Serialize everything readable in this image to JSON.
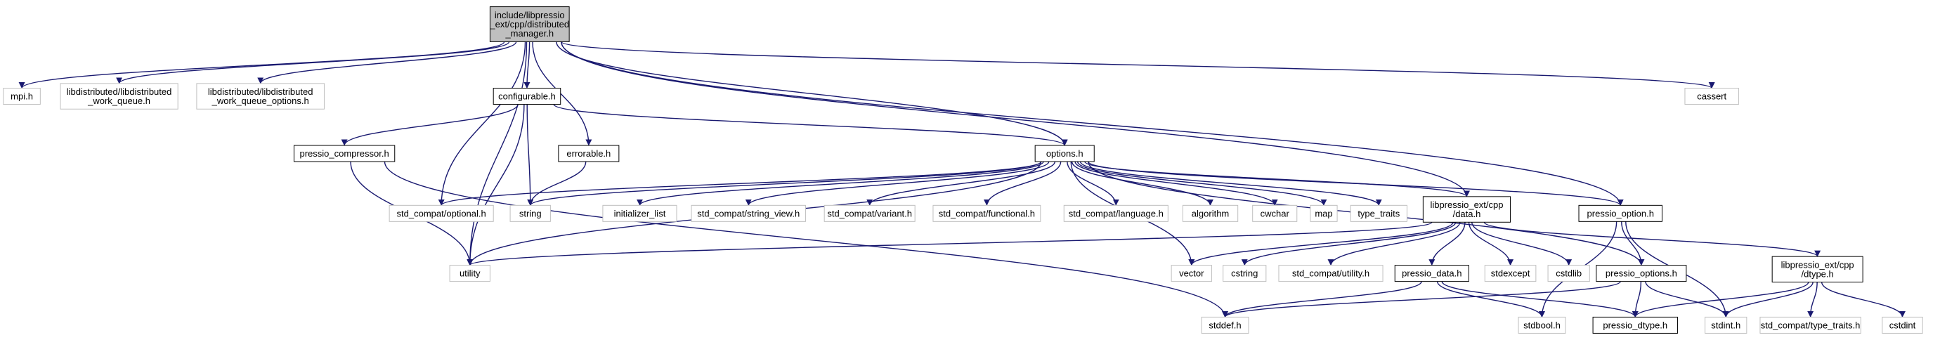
{
  "colors": {
    "edge": "#191970",
    "root_fill": "#bfbfbf",
    "root_stroke": "#000000",
    "doc_stroke": "#000000",
    "ext_stroke": "#bfbfbf",
    "background": "#ffffff"
  },
  "graph": {
    "nodes": [
      {
        "id": "root",
        "lines": [
          "include/libpressio",
          "_ext/cpp/distributed",
          "_manager.h"
        ],
        "kind": "root"
      },
      {
        "id": "mpi",
        "lines": [
          "mpi.h"
        ],
        "kind": "ext"
      },
      {
        "id": "ldwq",
        "lines": [
          "libdistributed/libdistributed",
          "_work_queue.h"
        ],
        "kind": "ext"
      },
      {
        "id": "ldwqo",
        "lines": [
          "libdistributed/libdistributed",
          "_work_queue_options.h"
        ],
        "kind": "ext"
      },
      {
        "id": "cassert",
        "lines": [
          "cassert"
        ],
        "kind": "ext"
      },
      {
        "id": "configurable",
        "lines": [
          "configurable.h"
        ],
        "kind": "doc"
      },
      {
        "id": "compressor",
        "lines": [
          "pressio_compressor.h"
        ],
        "kind": "doc"
      },
      {
        "id": "errorable",
        "lines": [
          "errorable.h"
        ],
        "kind": "doc"
      },
      {
        "id": "options",
        "lines": [
          "options.h"
        ],
        "kind": "doc"
      },
      {
        "id": "optional",
        "lines": [
          "std_compat/optional.h"
        ],
        "kind": "ext"
      },
      {
        "id": "string",
        "lines": [
          "string"
        ],
        "kind": "ext"
      },
      {
        "id": "initlist",
        "lines": [
          "initializer_list"
        ],
        "kind": "ext"
      },
      {
        "id": "strview",
        "lines": [
          "std_compat/string_view.h"
        ],
        "kind": "ext"
      },
      {
        "id": "variant",
        "lines": [
          "std_compat/variant.h"
        ],
        "kind": "ext"
      },
      {
        "id": "functional",
        "lines": [
          "std_compat/functional.h"
        ],
        "kind": "ext"
      },
      {
        "id": "language",
        "lines": [
          "std_compat/language.h"
        ],
        "kind": "ext"
      },
      {
        "id": "algorithm",
        "lines": [
          "algorithm"
        ],
        "kind": "ext"
      },
      {
        "id": "cwchar",
        "lines": [
          "cwchar"
        ],
        "kind": "ext"
      },
      {
        "id": "map",
        "lines": [
          "map"
        ],
        "kind": "ext"
      },
      {
        "id": "typetraits",
        "lines": [
          "type_traits"
        ],
        "kind": "ext"
      },
      {
        "id": "data",
        "lines": [
          "libpressio_ext/cpp",
          "/data.h"
        ],
        "kind": "doc"
      },
      {
        "id": "poption",
        "lines": [
          "pressio_option.h"
        ],
        "kind": "doc"
      },
      {
        "id": "utility",
        "lines": [
          "utility"
        ],
        "kind": "ext"
      },
      {
        "id": "vector",
        "lines": [
          "vector"
        ],
        "kind": "ext"
      },
      {
        "id": "cstring",
        "lines": [
          "cstring"
        ],
        "kind": "ext"
      },
      {
        "id": "scutility",
        "lines": [
          "std_compat/utility.h"
        ],
        "kind": "ext"
      },
      {
        "id": "pdata",
        "lines": [
          "pressio_data.h"
        ],
        "kind": "doc"
      },
      {
        "id": "stdexcept",
        "lines": [
          "stdexcept"
        ],
        "kind": "ext"
      },
      {
        "id": "cstdlib",
        "lines": [
          "cstdlib"
        ],
        "kind": "ext"
      },
      {
        "id": "poptions",
        "lines": [
          "pressio_options.h"
        ],
        "kind": "doc"
      },
      {
        "id": "dtypeh",
        "lines": [
          "libpressio_ext/cpp",
          "/dtype.h"
        ],
        "kind": "doc"
      },
      {
        "id": "stddef",
        "lines": [
          "stddef.h"
        ],
        "kind": "ext"
      },
      {
        "id": "stdbool",
        "lines": [
          "stdbool.h"
        ],
        "kind": "ext"
      },
      {
        "id": "pdtype",
        "lines": [
          "pressio_dtype.h"
        ],
        "kind": "doc"
      },
      {
        "id": "stdint",
        "lines": [
          "stdint.h"
        ],
        "kind": "ext"
      },
      {
        "id": "sctypetraits",
        "lines": [
          "std_compat/type_traits.h"
        ],
        "kind": "ext"
      },
      {
        "id": "cstdint",
        "lines": [
          "cstdint"
        ],
        "kind": "ext"
      }
    ],
    "edges": [
      [
        "root",
        "mpi"
      ],
      [
        "root",
        "ldwq"
      ],
      [
        "root",
        "ldwqo"
      ],
      [
        "root",
        "cassert"
      ],
      [
        "root",
        "configurable"
      ],
      [
        "root",
        "errorable"
      ],
      [
        "root",
        "options"
      ],
      [
        "root",
        "optional"
      ],
      [
        "root",
        "utility"
      ],
      [
        "root",
        "data"
      ],
      [
        "root",
        "poption"
      ],
      [
        "configurable",
        "compressor"
      ],
      [
        "configurable",
        "string"
      ],
      [
        "configurable",
        "options"
      ],
      [
        "configurable",
        "utility"
      ],
      [
        "compressor",
        "utility"
      ],
      [
        "compressor",
        "stddef"
      ],
      [
        "errorable",
        "string"
      ],
      [
        "options",
        "optional"
      ],
      [
        "options",
        "string"
      ],
      [
        "options",
        "initlist"
      ],
      [
        "options",
        "strview"
      ],
      [
        "options",
        "variant"
      ],
      [
        "options",
        "functional"
      ],
      [
        "options",
        "language"
      ],
      [
        "options",
        "algorithm"
      ],
      [
        "options",
        "cwchar"
      ],
      [
        "options",
        "map"
      ],
      [
        "options",
        "typetraits"
      ],
      [
        "options",
        "data"
      ],
      [
        "options",
        "poption"
      ],
      [
        "options",
        "poptions"
      ],
      [
        "options",
        "vector"
      ],
      [
        "options",
        "utility"
      ],
      [
        "data",
        "utility"
      ],
      [
        "data",
        "vector"
      ],
      [
        "data",
        "cstring"
      ],
      [
        "data",
        "scutility"
      ],
      [
        "data",
        "pdata"
      ],
      [
        "data",
        "stdexcept"
      ],
      [
        "data",
        "cstdlib"
      ],
      [
        "data",
        "dtypeh"
      ],
      [
        "poption",
        "poptions"
      ],
      [
        "poption",
        "stdbool"
      ],
      [
        "poption",
        "stdint"
      ],
      [
        "pdata",
        "stddef"
      ],
      [
        "pdata",
        "stdbool"
      ],
      [
        "pdata",
        "pdtype"
      ],
      [
        "poptions",
        "stddef"
      ],
      [
        "poptions",
        "pdtype"
      ],
      [
        "poptions",
        "stdint"
      ],
      [
        "dtypeh",
        "stdint"
      ],
      [
        "dtypeh",
        "sctypetraits"
      ],
      [
        "dtypeh",
        "pdtype"
      ],
      [
        "dtypeh",
        "cstdint"
      ]
    ]
  }
}
